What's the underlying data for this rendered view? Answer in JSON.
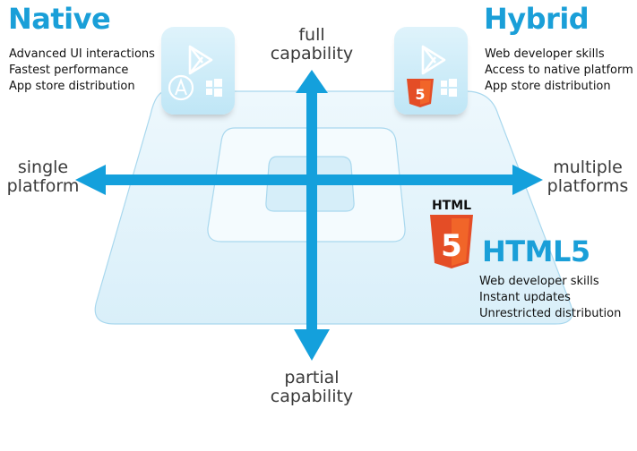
{
  "native": {
    "title": "Native",
    "bullets": [
      "Advanced UI interactions",
      "Fastest performance",
      "App store distribution"
    ],
    "icons": [
      "play-store-icon",
      "app-store-icon",
      "windows-store-icon"
    ]
  },
  "hybrid": {
    "title": "Hybrid",
    "bullets": [
      "Web developer skills",
      "Access to native platform",
      "App store distribution"
    ],
    "icons": [
      "play-store-icon",
      "html5-icon",
      "windows-store-icon"
    ]
  },
  "html5": {
    "title": "HTML5",
    "badge_text": "HTML",
    "shield_digit": "5",
    "bullets": [
      "Web developer skills",
      "Instant updates",
      "Unrestricted distribution"
    ]
  },
  "axes": {
    "top_label": [
      "full",
      "capability"
    ],
    "bottom_label": [
      "partial",
      "capability"
    ],
    "left_label": [
      "single",
      "platform"
    ],
    "right_label": [
      "multiple",
      "platforms"
    ]
  },
  "colors": {
    "accent": "#1a9fd8",
    "arrow": "#14a0dc",
    "plane_fill": "#e4f4fb",
    "plane_stroke": "#a9d8ee",
    "html5_orange": "#e44d26",
    "html5_light": "#f16529"
  }
}
